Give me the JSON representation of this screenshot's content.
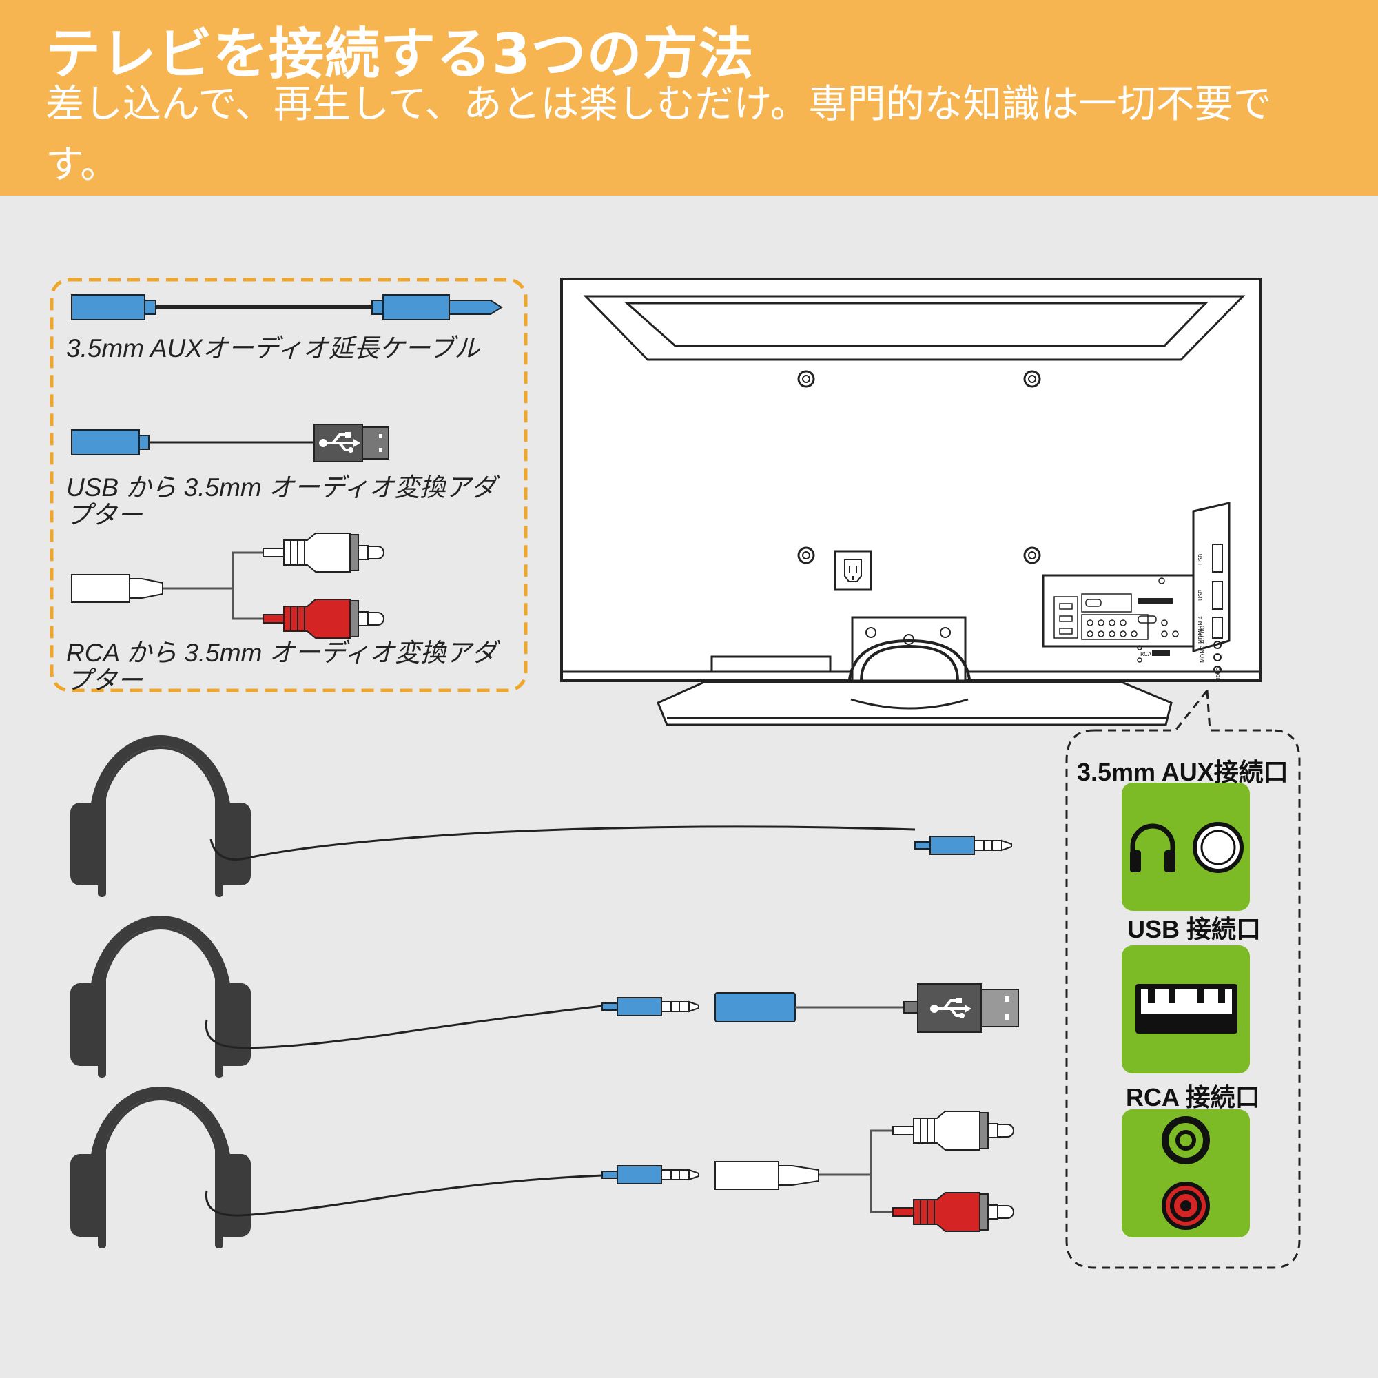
{
  "header": {
    "title": "テレビを接続する3つの方法",
    "subtitle": "差し込んで、再生して、あとは楽しむだけ。専門的な知識は一切不要です。"
  },
  "legend": {
    "items": [
      {
        "label": "3.5mm AUXオーディオ延長ケーブル"
      },
      {
        "label": "USB から 3.5mm オーディオ変換アダプター"
      },
      {
        "label": "RCA から 3.5mm オーディオ変換アダプター"
      }
    ]
  },
  "ports": {
    "aux_label": "3.5mm AUX接続口",
    "usb_label": "USB 接続口",
    "rca_label": "RCA 接続口"
  },
  "tv_panel": {
    "usb": "USB",
    "rca": "RCA",
    "hdmi": "HDMI IN 4",
    "audio": "MONO AUDIO",
    "video": "VIDEO"
  },
  "colors": {
    "banner": "#f7b552",
    "background": "#e9e9ea",
    "plug_blue": "#4a97d6",
    "rca_red": "#d42424",
    "port_green": "#7cbb25",
    "legend_border": "#f0a62a",
    "usb_gray": "#555555"
  }
}
